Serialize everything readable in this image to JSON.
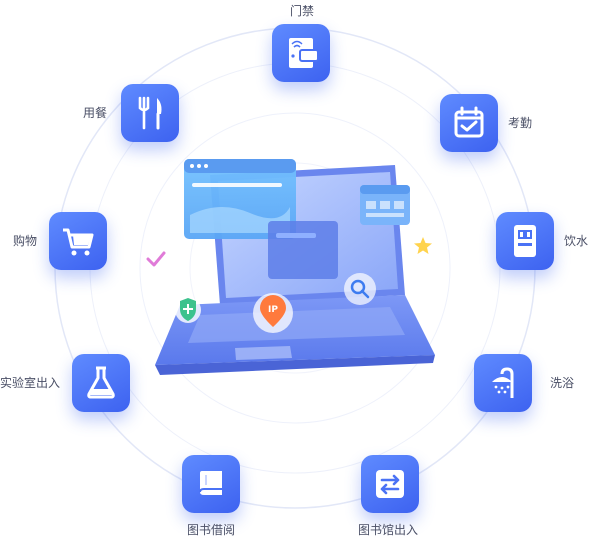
{
  "features": [
    {
      "key": "access",
      "label": "门禁",
      "icon": "door-card-icon"
    },
    {
      "key": "attend",
      "label": "考勤",
      "icon": "calendar-check-icon"
    },
    {
      "key": "water",
      "label": "饮水",
      "icon": "water-dispenser-icon"
    },
    {
      "key": "bath",
      "label": "洗浴",
      "icon": "shower-icon"
    },
    {
      "key": "libgate",
      "label": "图书馆出入",
      "icon": "swap-arrows-icon"
    },
    {
      "key": "borrow",
      "label": "图书借阅",
      "icon": "book-icon"
    },
    {
      "key": "lab",
      "label": "实验室出入",
      "icon": "flask-icon"
    },
    {
      "key": "shop",
      "label": "购物",
      "icon": "shopping-cart-icon"
    },
    {
      "key": "dining",
      "label": "用餐",
      "icon": "fork-knife-icon"
    }
  ],
  "center": {
    "ip_badge": "IP",
    "decor_icons": [
      "check-icon",
      "shield-plus-icon",
      "ip-location-pin-icon",
      "magnifier-icon",
      "star-icon"
    ]
  },
  "colors": {
    "tile": "#4a72f5",
    "ring": "#dfe5f7",
    "accent": "#ff7a3d"
  }
}
